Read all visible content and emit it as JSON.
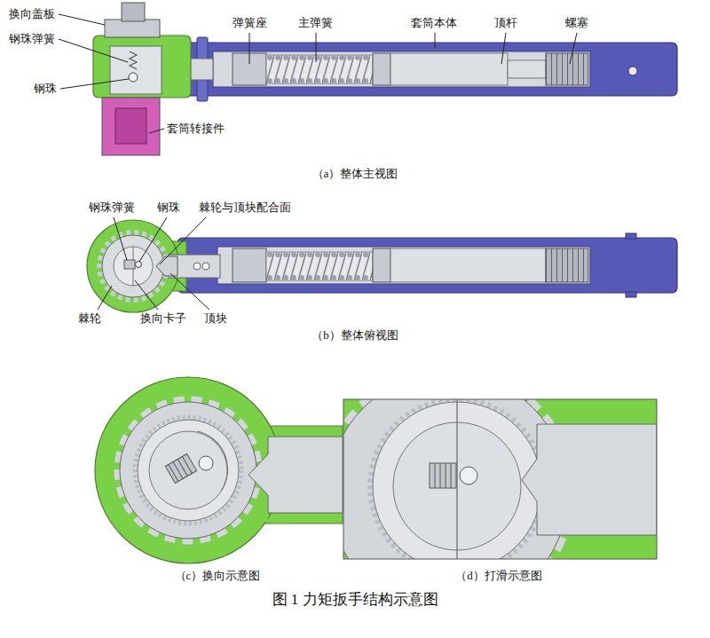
{
  "diagram": {
    "caption": "图 1 力矩扳手结构示意图",
    "labels": [
      "换向盖板",
      "钢珠弹簧",
      "钢珠",
      "套筒转接件",
      "弹簧座",
      "主弹簧",
      "套筒本体",
      "顶杆",
      "螺塞",
      "（a）整体主视图",
      "钢珠弹簧",
      "钢珠",
      "棘轮与顶块配合面",
      "棘轮",
      "换向卡子",
      "顶块",
      "（b）整体俯视图",
      "（c）换向示意图",
      "（d）打滑示意图"
    ]
  }
}
